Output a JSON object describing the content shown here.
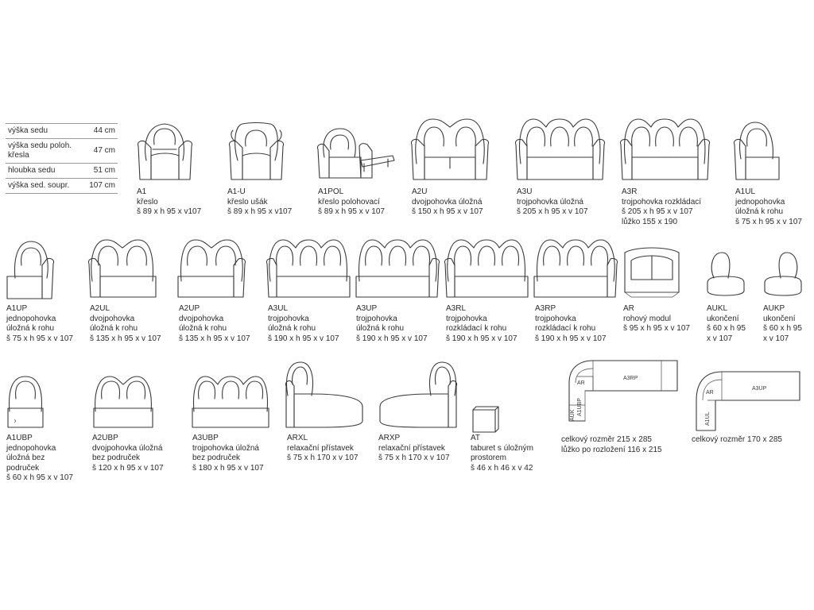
{
  "spec_table": [
    {
      "label": "výška sedu",
      "value": "44 cm"
    },
    {
      "label": "výška sedu poloh. křesla",
      "value": "47 cm"
    },
    {
      "label": "hloubka sedu",
      "value": "51 cm"
    },
    {
      "label": "výška sed. soupr.",
      "value": "107 cm"
    }
  ],
  "items": {
    "A1": {
      "code": "A1",
      "l1": "křeslo",
      "l2": "š 89 x h 95 x v107",
      "l3": ""
    },
    "A1U": {
      "code": "A1-U",
      "l1": "křeslo ušák",
      "l2": "š 89 x h 95 x v107",
      "l3": ""
    },
    "A1POL": {
      "code": "A1POL",
      "l1": "křeslo polohovací",
      "l2": "š 89 x h 95 x v 107",
      "l3": ""
    },
    "A2U": {
      "code": "A2U",
      "l1": "dvojpohovka úložná",
      "l2": "š 150 x h 95 x v 107",
      "l3": ""
    },
    "A3U": {
      "code": "A3U",
      "l1": "trojpohovka úložná",
      "l2": "š 205 x h 95 x v 107",
      "l3": ""
    },
    "A3R": {
      "code": "A3R",
      "l1": "trojpohovka rozkládací",
      "l2": "š 205 x h 95 x v 107",
      "l3": "lůžko 155 x 190"
    },
    "A1UL": {
      "code": "A1UL",
      "l1": "jednopohovka",
      "l2": "úložná k rohu",
      "l3": "š 75 x h 95 x v 107"
    },
    "A1UP": {
      "code": "A1UP",
      "l1": "jednopohovka",
      "l2": "úložná k rohu",
      "l3": "š 75 x h 95 x v 107"
    },
    "A2UL": {
      "code": "A2UL",
      "l1": "dvojpohovka",
      "l2": "úložná k rohu",
      "l3": "š 135 x h 95 x v 107"
    },
    "A2UP": {
      "code": "A2UP",
      "l1": "dvojpohovka",
      "l2": "úložná k rohu",
      "l3": "š 135 x h 95 x v 107"
    },
    "A3UL": {
      "code": "A3UL",
      "l1": "trojpohovka",
      "l2": "úložná k rohu",
      "l3": "š 190 x h 95 x v 107"
    },
    "A3UP": {
      "code": "A3UP",
      "l1": "trojpohovka",
      "l2": "úložná k rohu",
      "l3": "š 190 x h 95 x v 107"
    },
    "A3RL": {
      "code": "A3RL",
      "l1": "trojpohovka",
      "l2": "rozkládací k rohu",
      "l3": "š 190 x h 95 x v 107"
    },
    "A3RP": {
      "code": "A3RP",
      "l1": "trojpohovka",
      "l2": "rozkládací k rohu",
      "l3": "š 190 x h 95 x v 107"
    },
    "AR": {
      "code": "AR",
      "l1": "rohový modul",
      "l2": "š 95 x h 95 x v 107",
      "l3": ""
    },
    "AUKL": {
      "code": "AUKL",
      "l1": "ukončení",
      "l2": "š 60 x h 95",
      "l3": "x v 107"
    },
    "AUKP": {
      "code": "AUKP",
      "l1": "ukončení",
      "l2": "š 60 x h 95",
      "l3": "x v 107"
    },
    "A1UBP": {
      "code": "A1UBP",
      "l1": "jednopohovka",
      "l2": "úložná bez",
      "l3": "područek",
      "l4": "š 60 x h 95 x v 107"
    },
    "A2UBP": {
      "code": "A2UBP",
      "l1": "dvojpohovka úložná",
      "l2": "bez područek",
      "l3": "š 120 x h 95 x v 107"
    },
    "A3UBP": {
      "code": "A3UBP",
      "l1": "trojpohovka úložná",
      "l2": "bez područek",
      "l3": "š 180 x h 95 x v 107"
    },
    "ARXL": {
      "code": "ARXL",
      "l1": "relaxační přístavek",
      "l2": "š 75 x h 170 x v 107",
      "l3": ""
    },
    "ARXP": {
      "code": "ARXP",
      "l1": "relaxační přístavek",
      "l2": "š 75 x h 170 x v 107",
      "l3": ""
    },
    "AT": {
      "code": "AT",
      "l1": "taburet  s úložným",
      "l2": "prostorem",
      "l3": "š 46 x h 46 x v 42"
    }
  },
  "plan1": {
    "labels": {
      "ar": "AR",
      "a3rp": "A3RP",
      "a1ubp": "A1UBP",
      "auk": "AUK"
    },
    "caption_1": "celkový rozměr 215 x 285",
    "caption_2": "lůžko po rozložení 116 x 215"
  },
  "plan2": {
    "labels": {
      "ar": "AR",
      "a3up": "A3UP",
      "a1ul": "A1UL"
    },
    "caption_1": "celkový rozměr 170 x 285"
  }
}
